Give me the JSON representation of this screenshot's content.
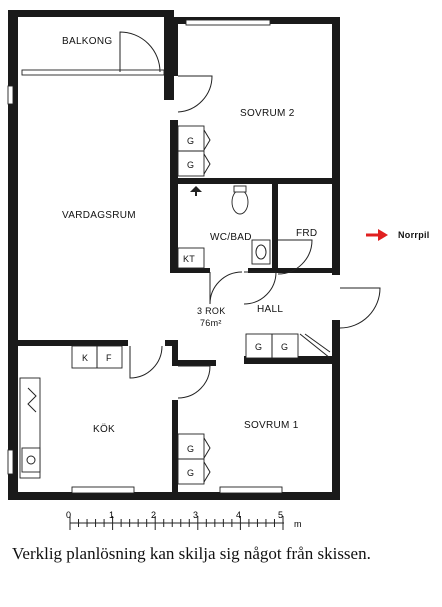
{
  "rooms": {
    "balkong": "BALKONG",
    "sovrum2": "SOVRUM 2",
    "vardagsrum": "VARDAGSRUM",
    "wc_bad": "WC/BAD",
    "frd": "FRD",
    "hall": "HALL",
    "kok": "KÖK",
    "sovrum1": "SOVRUM 1"
  },
  "apartment": {
    "rooms": "3 ROK",
    "area": "76m²"
  },
  "fixtures": {
    "kt": "KT",
    "g": "G",
    "k": "K",
    "f": "F"
  },
  "north_arrow": {
    "label": "Norrpil",
    "color": "#e02020"
  },
  "scale_bar": {
    "ticks": [
      "0",
      "1",
      "2",
      "3",
      "4",
      "5"
    ],
    "unit": "m"
  },
  "caption": "Verklig planlösning kan skilja sig något från skissen."
}
